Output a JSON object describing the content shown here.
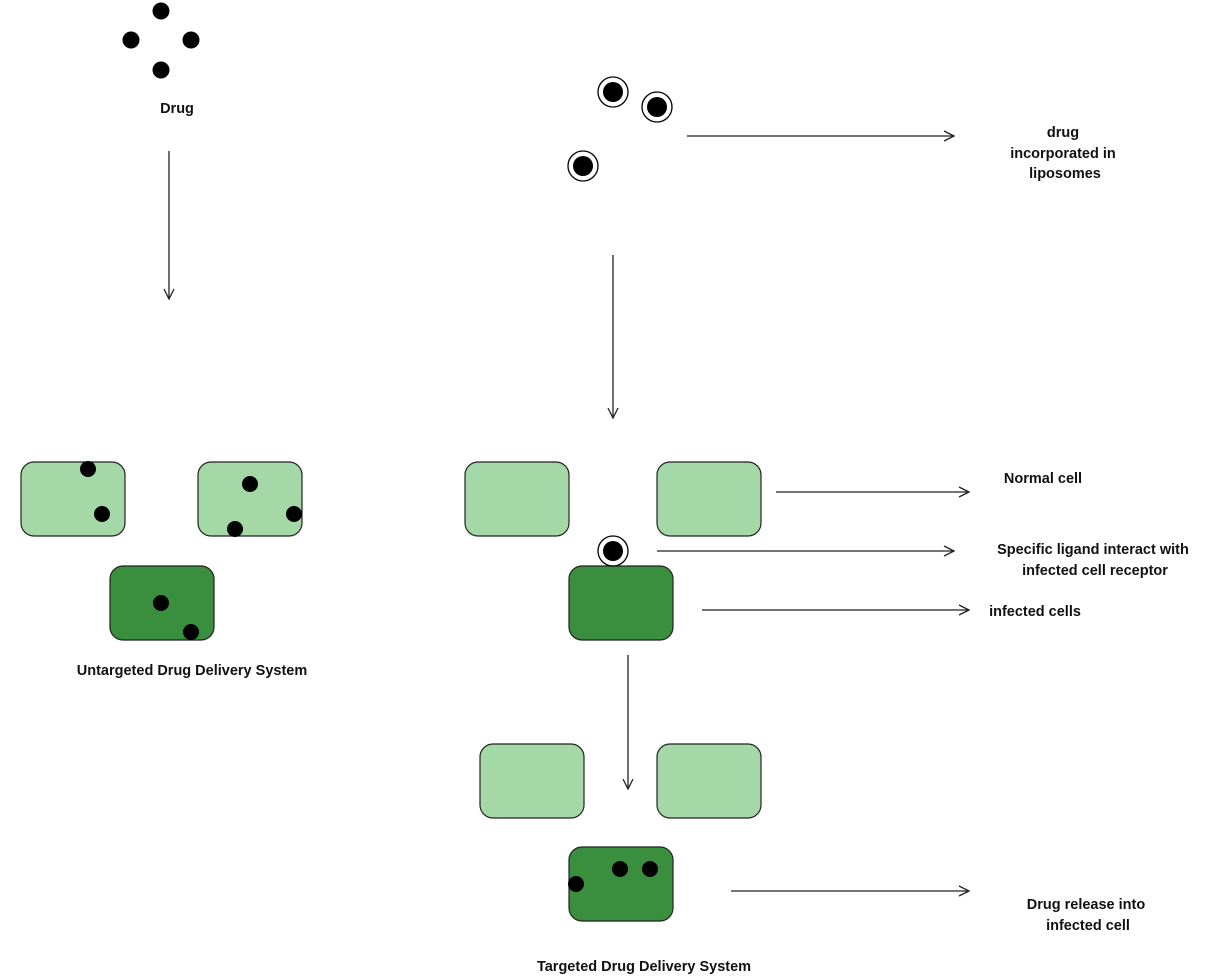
{
  "colors": {
    "normal_cell": "#a5d8a7",
    "infected_cell": "#3a8f3e",
    "drug": "#000000",
    "arrow": "#222222"
  },
  "labels": {
    "drug": "Drug",
    "liposome_drug": [
      "drug",
      "incorporated in",
      "liposomes"
    ],
    "normal_cell": "Normal cell",
    "ligand_interaction": [
      "Specific ligand interact with",
      "infected cell receptor"
    ],
    "infected_cells": "infected cells",
    "drug_release": [
      "Drug release into",
      "infected cell"
    ],
    "untargeted_title": "Untargeted Drug Delivery System",
    "targeted_title": "Targeted Drug Delivery System"
  }
}
